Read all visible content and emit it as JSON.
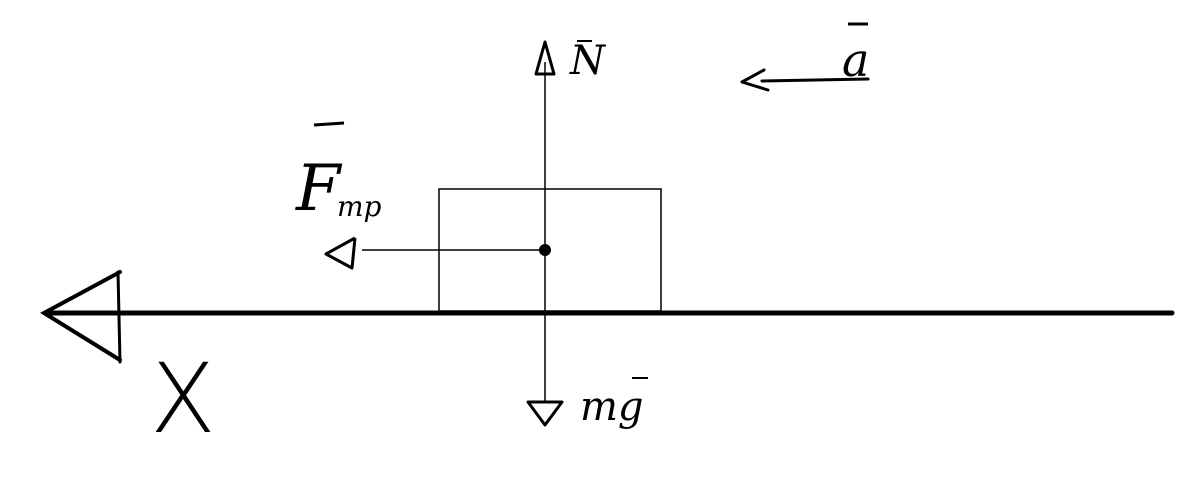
{
  "labels": {
    "normal_force": "N",
    "acceleration": "a",
    "friction_force_main": "F",
    "friction_force_subscript": "тр",
    "gravity": "mg",
    "axis": "X"
  },
  "colors": {
    "ink": "#000000",
    "background": "#ffffff"
  }
}
